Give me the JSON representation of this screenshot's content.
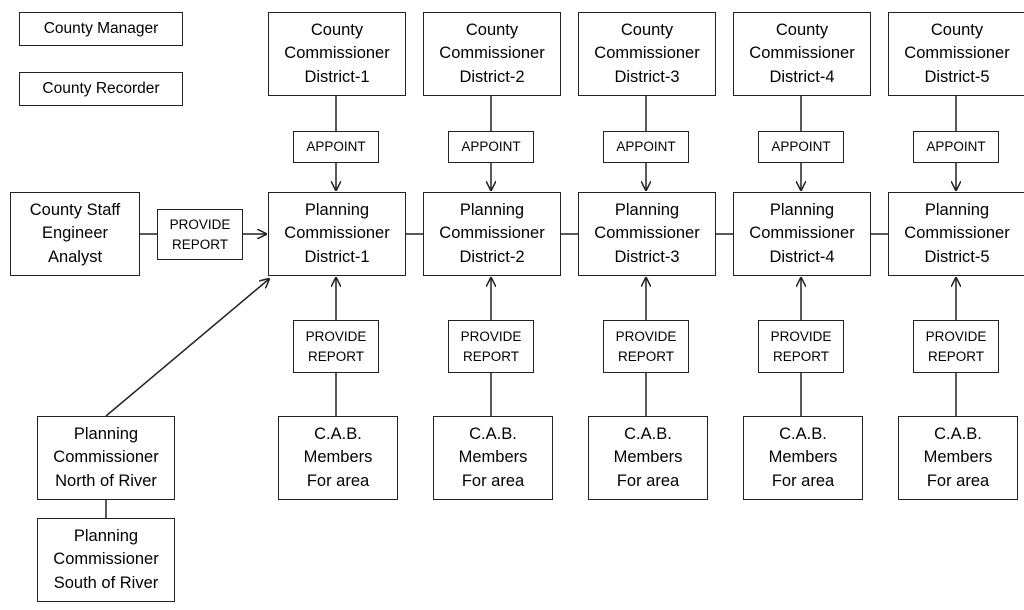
{
  "county_manager": "County Manager",
  "county_recorder": "County Recorder",
  "county_staff": [
    "County Staff",
    "Engineer",
    "Analyst"
  ],
  "staff_provide_report": [
    "PROVIDE",
    "REPORT"
  ],
  "north_river": [
    "Planning",
    "Commissioner",
    "North of River"
  ],
  "south_river": [
    "Planning",
    "Commissioner",
    "South of River"
  ],
  "districts": [
    {
      "commissioner": [
        "County",
        "Commissioner",
        "District-1"
      ],
      "appoint": "APPOINT",
      "planning": [
        "Planning",
        "Commissioner",
        "District-1"
      ],
      "report": [
        "PROVIDE",
        "REPORT"
      ],
      "cab": [
        "C.A.B.",
        "Members",
        "For area"
      ]
    },
    {
      "commissioner": [
        "County",
        "Commissioner",
        "District-2"
      ],
      "appoint": "APPOINT",
      "planning": [
        "Planning",
        "Commissioner",
        "District-2"
      ],
      "report": [
        "PROVIDE",
        "REPORT"
      ],
      "cab": [
        "C.A.B.",
        "Members",
        "For area"
      ]
    },
    {
      "commissioner": [
        "County",
        "Commissioner",
        "District-3"
      ],
      "appoint": "APPOINT",
      "planning": [
        "Planning",
        "Commissioner",
        "District-3"
      ],
      "report": [
        "PROVIDE",
        "REPORT"
      ],
      "cab": [
        "C.A.B.",
        "Members",
        "For area"
      ]
    },
    {
      "commissioner": [
        "County",
        "Commissioner",
        "District-4"
      ],
      "appoint": "APPOINT",
      "planning": [
        "Planning",
        "Commissioner",
        "District-4"
      ],
      "report": [
        "PROVIDE",
        "REPORT"
      ],
      "cab": [
        "C.A.B.",
        "Members",
        "For area"
      ]
    },
    {
      "commissioner": [
        "County",
        "Commissioner",
        "District-5"
      ],
      "appoint": "APPOINT",
      "planning": [
        "Planning",
        "Commissioner",
        "District-5"
      ],
      "report": [
        "PROVIDE",
        "REPORT"
      ],
      "cab": [
        "C.A.B.",
        "Members",
        "For area"
      ]
    }
  ]
}
